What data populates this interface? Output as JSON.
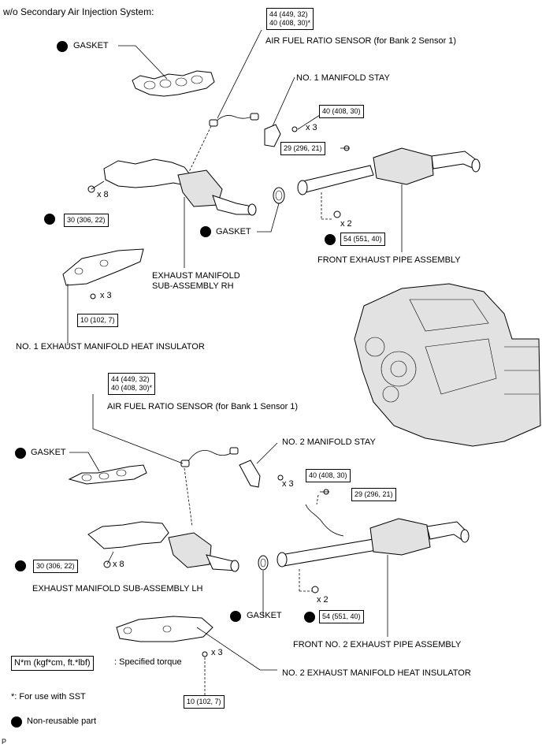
{
  "title": "w/o Secondary Air Injection System:",
  "upper": {
    "af_sensor_torque_1": "44 (449, 32)",
    "af_sensor_torque_2": "40 (408, 30)*",
    "af_sensor_label": "AIR FUEL RATIO SENSOR (for Bank 2 Sensor 1)",
    "manifold_stay_label": "NO. 1 MANIFOLD STAY",
    "stay_bolt_torque": "40 (408, 30)",
    "stay_bolt_qty": "x 3",
    "pipe_bolt_torque": "29 (296, 21)",
    "gasket_top_label": "GASKET",
    "manifold_nut_qty": "x 8",
    "manifold_nut_torque": "30 (306, 22)",
    "gasket_mid_label": "GASKET",
    "pipe_nut_qty": "x 2",
    "pipe_nut_torque": "54 (551, 40)",
    "front_pipe_label": "FRONT EXHAUST PIPE ASSEMBLY",
    "manifold_label_1": "EXHAUST MANIFOLD",
    "manifold_label_2": "SUB-ASSEMBLY RH",
    "insulator_bolt_qty": "x 3",
    "insulator_bolt_torque": "10 (102, 7)",
    "insulator_label": "NO. 1 EXHAUST MANIFOLD HEAT INSULATOR"
  },
  "lower": {
    "af_sensor_torque_1": "44 (449, 32)",
    "af_sensor_torque_2": "40 (408, 30)*",
    "af_sensor_label": "AIR FUEL RATIO SENSOR (for Bank 1 Sensor 1)",
    "gasket_top_label": "GASKET",
    "manifold_stay_label": "NO. 2 MANIFOLD STAY",
    "stay_bolt_qty": "x 3",
    "stay_bolt_torque": "40 (408, 30)",
    "pipe_bolt_torque": "29 (296, 21)",
    "manifold_nut_torque": "30 (306, 22)",
    "manifold_nut_qty": "x 8",
    "manifold_label": "EXHAUST MANIFOLD SUB-ASSEMBLY LH",
    "pipe_nut_qty": "x 2",
    "gasket_mid_label": "GASKET",
    "pipe_nut_torque": "54 (551, 40)",
    "front_pipe_label": "FRONT NO. 2 EXHAUST PIPE ASSEMBLY",
    "insulator_bolt_qty": "x 3",
    "insulator_label": "NO. 2 EXHAUST MANIFOLD HEAT INSULATOR",
    "insulator_bolt_torque": "10 (102, 7)"
  },
  "legend": {
    "torque_unit": "N*m (kgf*cm, ft.*lbf)",
    "torque_desc": ": Specified torque",
    "sst_note": "*: For use with SST",
    "nonreusable": "Non-reusable part"
  },
  "footer_mark": "P"
}
